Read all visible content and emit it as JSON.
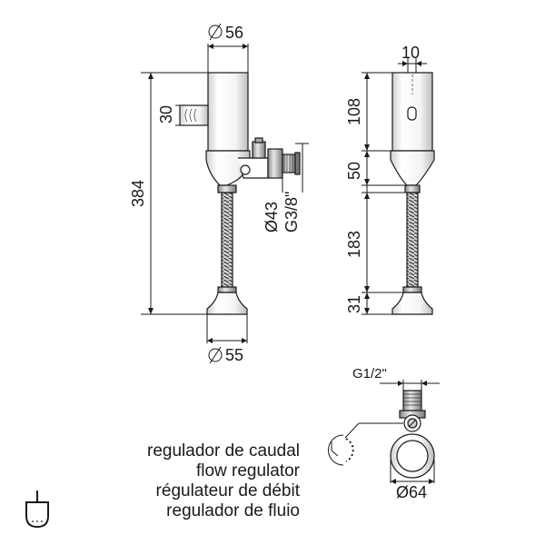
{
  "dimensions": {
    "top_diameter": "56",
    "button_height": "30",
    "total_height": "384",
    "inlet_diameter": "Ø43",
    "inlet_thread": "G3/8\"",
    "base_diameter": "55",
    "sensor_width": "10",
    "head_height": "108",
    "cone_height": "50",
    "hose_length": "183",
    "base_height": "31",
    "outlet_thread": "G1/2\"",
    "clamp_diameter": "Ø64"
  },
  "legend": {
    "es": "regulador de caudal",
    "en": "flow regulator",
    "fr": "régulateur de débit",
    "pt": "regulador de fluio"
  },
  "icons": {
    "flow_regulator": "clock-dial-icon",
    "power": "plug-icon"
  },
  "colors": {
    "line": "#1a1a1a",
    "body_light": "#ffffff",
    "body_shadow": "#d8d8d8",
    "metal": "#9a9a9a"
  }
}
